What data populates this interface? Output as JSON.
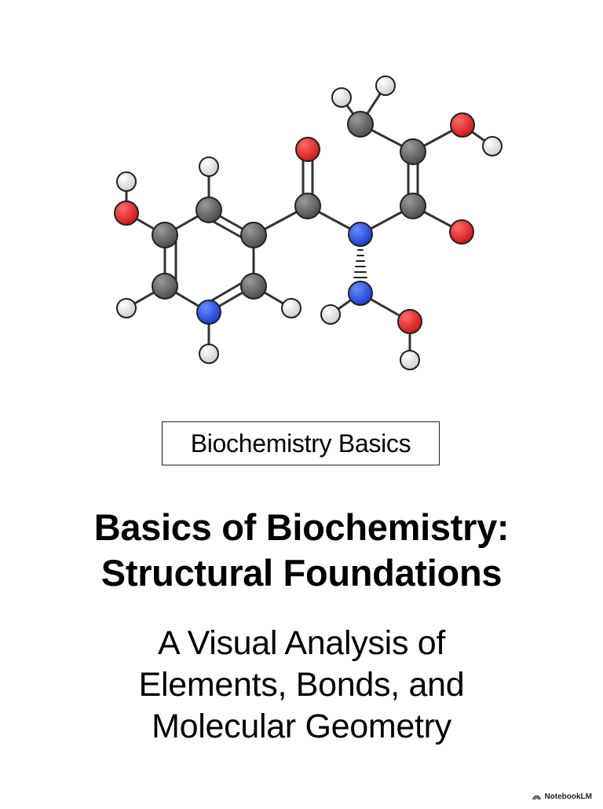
{
  "tag": "Biochemistry Basics",
  "title": {
    "line1": "Basics of Biochemistry:",
    "line2": "Structural Foundations"
  },
  "subtitle": {
    "line1": "A Visual Analysis of",
    "line2": "Elements, Bonds, and",
    "line3": "Molecular Geometry"
  },
  "brand": {
    "name": "NotebookLM",
    "icon": "notebooklm-logo-icon"
  },
  "atom_colors": {
    "carbon": "#5f5f5f",
    "oxygen": "#e02424",
    "nitrogen": "#2451e0",
    "hydrogen": "#e6e6e6"
  }
}
